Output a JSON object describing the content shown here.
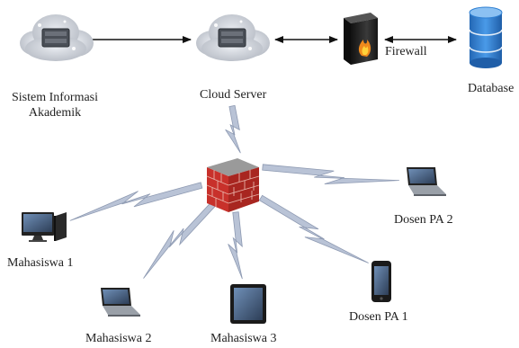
{
  "colors": {
    "background": "#ffffff",
    "link_line": "#111111",
    "wireless_fill": "#b9c3d6",
    "wireless_stroke": "#8e9ab2",
    "cloud": "#c8ccd3",
    "firewall_brick": "#c8312b",
    "database": "#2e7fd2"
  },
  "icons": {
    "sia_cloud": "cloud-server-icon",
    "cloud_server": "cloud-server-icon",
    "firewall_top": "firewall-appliance-icon",
    "database": "database-icon",
    "firewall_center": "brick-firewall-icon",
    "mahasiswa_1": "desktop-computer-icon",
    "mahasiswa_2": "laptop-icon",
    "mahasiswa_3": "tablet-icon",
    "dosen_pa_1": "smartphone-icon",
    "dosen_pa_2": "laptop-icon"
  },
  "nodes": {
    "sia": {
      "line1": "Sistem Informasi",
      "line2": "Akademik"
    },
    "cloud_server": {
      "label": "Cloud Server"
    },
    "firewall_top": {
      "label": "Firewall"
    },
    "database": {
      "label": "Database"
    },
    "mahasiswa_1": {
      "label": "Mahasiswa 1"
    },
    "mahasiswa_2": {
      "label": "Mahasiswa 2"
    },
    "mahasiswa_3": {
      "label": "Mahasiswa 3"
    },
    "dosen_pa_1": {
      "label": "Dosen PA 1"
    },
    "dosen_pa_2": {
      "label": "Dosen PA 2"
    }
  },
  "connections": [
    {
      "from": "Sistem Informasi Akademik",
      "to": "Cloud Server",
      "type": "arrow"
    },
    {
      "from": "Cloud Server",
      "to": "Firewall",
      "type": "bidirectional-arrow"
    },
    {
      "from": "Firewall",
      "to": "Database",
      "type": "bidirectional-arrow"
    },
    {
      "from": "Cloud Server",
      "to": "central firewall",
      "type": "wireless"
    },
    {
      "from": "central firewall",
      "to": "Mahasiswa 1",
      "type": "wireless"
    },
    {
      "from": "central firewall",
      "to": "Mahasiswa 2",
      "type": "wireless"
    },
    {
      "from": "central firewall",
      "to": "Mahasiswa 3",
      "type": "wireless"
    },
    {
      "from": "central firewall",
      "to": "Dosen PA 1",
      "type": "wireless"
    },
    {
      "from": "central firewall",
      "to": "Dosen PA 2",
      "type": "wireless"
    }
  ]
}
